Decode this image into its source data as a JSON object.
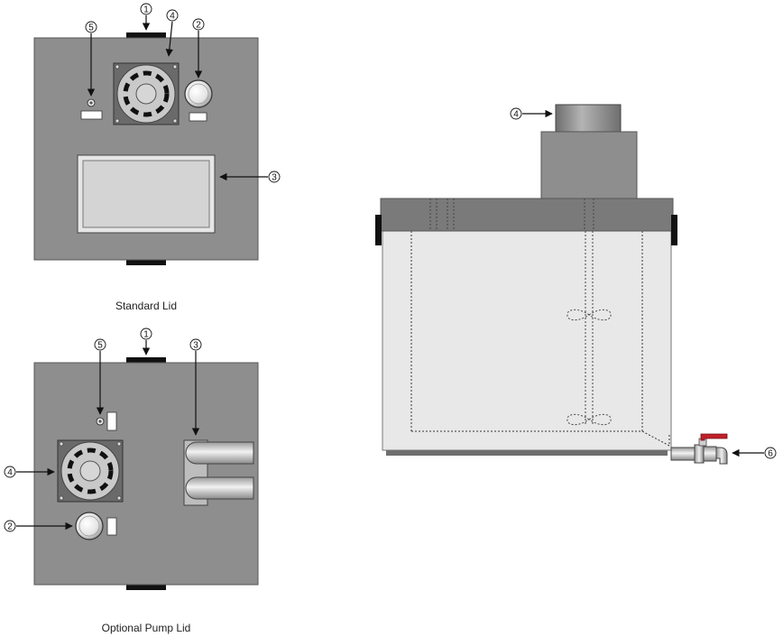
{
  "captions": {
    "standard_lid": "Standard Lid",
    "pump_lid": "Optional Pump Lid"
  },
  "callouts": {
    "c1": "1",
    "c2": "2",
    "c3": "3",
    "c4": "4",
    "c5": "5",
    "c6": "6"
  },
  "colors": {
    "lid_gray": "#8e8e8e",
    "dark_gray": "#6f6f6f",
    "tank_light": "#e8e8e8",
    "screen_gray": "#d9d9d9",
    "valve_red": "#c0202a",
    "black": "#111111"
  }
}
